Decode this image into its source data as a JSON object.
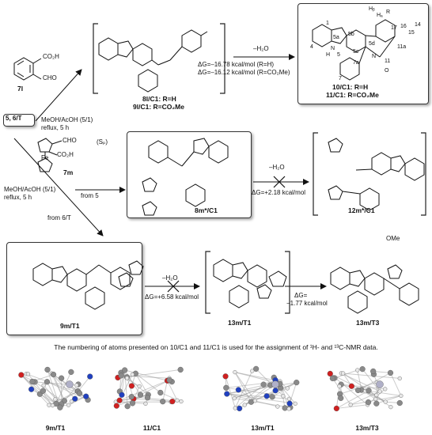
{
  "reactants": {
    "aldehyde_label": "7l",
    "groups": {
      "co2h": "CO₂H",
      "cho": "CHO"
    },
    "amine_box": "5, 6/T"
  },
  "conditions": {
    "upper": [
      "MeOH/AcOH (5/1)",
      "reflux, 5 h"
    ],
    "lower": [
      "MeOH/AcOH (5/1)",
      "reflux, 5 h"
    ],
    "from5": "from 5",
    "from6T": "from 6/T"
  },
  "row1": {
    "intermediate_labels": [
      "8l/C1: R=H",
      "9l/C1: R=CO₂Me"
    ],
    "water": "–H₂O",
    "energy": [
      "ΔG=–16.78 kcal/mol (R=H)",
      "ΔG=–16.12 kcal/mol (R=CO₂Me)"
    ],
    "product_labels": [
      "10/C1: R=H",
      "11/C1: R=CO₂Me"
    ],
    "atom_labels": [
      "Hₐ",
      "Hᵦ",
      "R",
      "1",
      "4",
      "5a",
      "16",
      "15",
      "14",
      "11a",
      "17",
      "5b",
      "7a",
      "11",
      "5d",
      "5c",
      "5",
      "7",
      "N",
      "N",
      "O",
      "H"
    ]
  },
  "row2": {
    "ferrocene_label": "7m",
    "stereo": "(Sₚ)",
    "cho": "CHO",
    "co2h": "CO₂H",
    "intermediate_label": "8m*/C1",
    "water": "–H₂O",
    "energy": "ΔG=+2.18 kcal/mol",
    "product_label": "12m*/C1"
  },
  "row3": {
    "intermediate_label": "9m/T1",
    "water": "–H₂O",
    "energy": "ΔG=+6.58 kcal/mol",
    "product1_label": "13m/T1",
    "energy2": [
      "ΔG=",
      "−1.77 kcal/mol"
    ],
    "product2_label": "13m/T3",
    "ome": "OMe"
  },
  "caption": "The numbering of atoms presented on 10/C1 and 11/C1 is used for the assignment of ¹H- and ¹³C-NMR data.",
  "models": [
    "9m/T1",
    "11/C1",
    "13m/T1",
    "13m/T3"
  ],
  "atom_colors": {
    "carbon": "#8a8a8a",
    "hydrogen": "#e8e8e8",
    "nitrogen": "#2040c0",
    "oxygen": "#d02020",
    "iron": "#b0b0c8"
  }
}
